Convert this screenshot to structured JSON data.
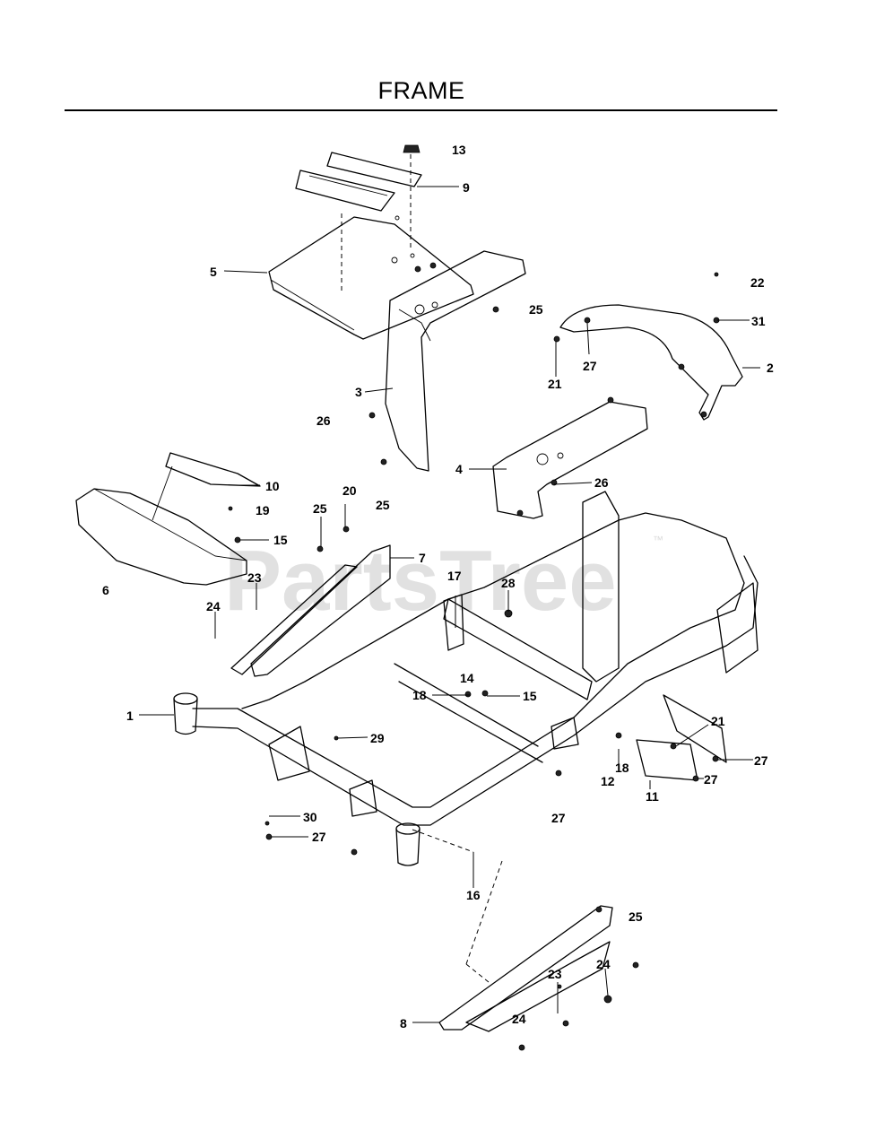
{
  "title": "FRAME",
  "watermark": "PartsTree",
  "watermark_tm": "™",
  "callouts": {
    "c1": "1",
    "c2": "2",
    "c3": "3",
    "c4": "4",
    "c5": "5",
    "c6": "6",
    "c7": "7",
    "c8": "8",
    "c9": "9",
    "c10": "10",
    "c11": "11",
    "c12": "12",
    "c13": "13",
    "c14": "14",
    "c15a": "15",
    "c15b": "15",
    "c16": "16",
    "c17": "17",
    "c18a": "18",
    "c18b": "18",
    "c19": "19",
    "c20": "20",
    "c21a": "21",
    "c21b": "21",
    "c22": "22",
    "c23a": "23",
    "c23b": "23",
    "c24a": "24",
    "c24b": "24",
    "c24c": "24",
    "c25a": "25",
    "c25b": "25",
    "c25c": "25",
    "c25d": "25",
    "c26a": "26",
    "c26b": "26",
    "c27a": "27",
    "c27b": "27",
    "c27c": "27",
    "c27d": "27",
    "c27e": "27",
    "c28": "28",
    "c29": "29",
    "c30": "30",
    "c31": "31"
  }
}
